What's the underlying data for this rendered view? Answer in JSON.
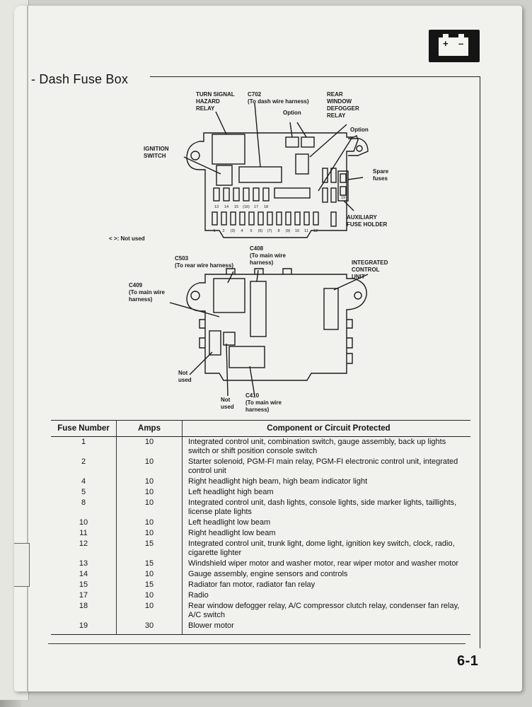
{
  "section": {
    "title": "- Dash Fuse Box"
  },
  "page_number": "6-1",
  "battery_tab": {
    "plus": "+",
    "minus": "–",
    "icon": "battery-icon"
  },
  "diagram_top": {
    "turn_signal": [
      "TURN SIGNAL",
      "HAZARD",
      "RELAY"
    ],
    "c702": [
      "C702",
      "(To dash wire harness)"
    ],
    "rear_window": [
      "REAR",
      "WINDOW",
      "DEFOGGER",
      "RELAY"
    ],
    "option1": "Option",
    "option2": "Option",
    "ignition": [
      "IGNITION",
      "SWITCH"
    ],
    "spare": [
      "Spare",
      "fuses"
    ],
    "auxiliary": [
      "AUXILIARY",
      "FUSE HOLDER"
    ],
    "not_used_note": "< >: Not used",
    "fuse_numbers_top": [
      "13",
      "14",
      "15",
      "(16)",
      "17",
      "18"
    ],
    "fuse_numbers_bottom": [
      "1",
      "2",
      "(3)",
      "4",
      "5",
      "(6)",
      "(7)",
      "8",
      "(9)",
      "10",
      "11",
      "12"
    ],
    "aux_number": "19"
  },
  "diagram_bottom": {
    "c503": [
      "C503",
      "(To rear wire harness)"
    ],
    "c408": [
      "C408",
      "(To main wire",
      "harness)"
    ],
    "integrated": [
      "INTEGRATED",
      "CONTROL",
      "UNIT"
    ],
    "c409": [
      "C409",
      "(To main wire",
      "harness)"
    ],
    "not_used_1": [
      "Not",
      "used"
    ],
    "not_used_2": [
      "Not",
      "used"
    ],
    "c410": [
      "C410",
      "(To main wire",
      "harness)"
    ]
  },
  "table": {
    "headers": [
      "Fuse Number",
      "Amps",
      "Component or Circuit Protected"
    ],
    "rows": [
      {
        "fuse": "1",
        "amps": "10",
        "desc": "Integrated control unit, combination switch, gauge assembly, back up lights switch or shift position console switch"
      },
      {
        "fuse": "2",
        "amps": "10",
        "desc": "Starter solenoid, PGM-FI main relay, PGM-FI electronic control unit, integrated control unit"
      },
      {
        "fuse": "4",
        "amps": "10",
        "desc": "Right headlight high beam, high beam indicator light"
      },
      {
        "fuse": "5",
        "amps": "10",
        "desc": "Left headlight high beam"
      },
      {
        "fuse": "8",
        "amps": "10",
        "desc": "Integrated control unit, dash lights, console lights, side marker lights, taillights, license plate lights"
      },
      {
        "fuse": "10",
        "amps": "10",
        "desc": "Left headlight low beam"
      },
      {
        "fuse": "11",
        "amps": "10",
        "desc": "Right headlight low beam"
      },
      {
        "fuse": "12",
        "amps": "15",
        "desc": "Integrated control unit, trunk light, dome light, ignition key switch, clock, radio, cigarette lighter"
      },
      {
        "fuse": "13",
        "amps": "15",
        "desc": "Windshield wiper motor and washer motor, rear wiper motor and washer motor"
      },
      {
        "fuse": "14",
        "amps": "10",
        "desc": "Gauge assembly, engine sensors and controls"
      },
      {
        "fuse": "15",
        "amps": "15",
        "desc": "Radiator fan motor, radiator fan relay"
      },
      {
        "fuse": "17",
        "amps": "10",
        "desc": "Radio"
      },
      {
        "fuse": "18",
        "amps": "10",
        "desc": "Rear window defogger relay, A/C compressor clutch relay, condenser fan relay, A/C switch"
      },
      {
        "fuse": "19",
        "amps": "30",
        "desc": "Blower motor"
      }
    ]
  }
}
